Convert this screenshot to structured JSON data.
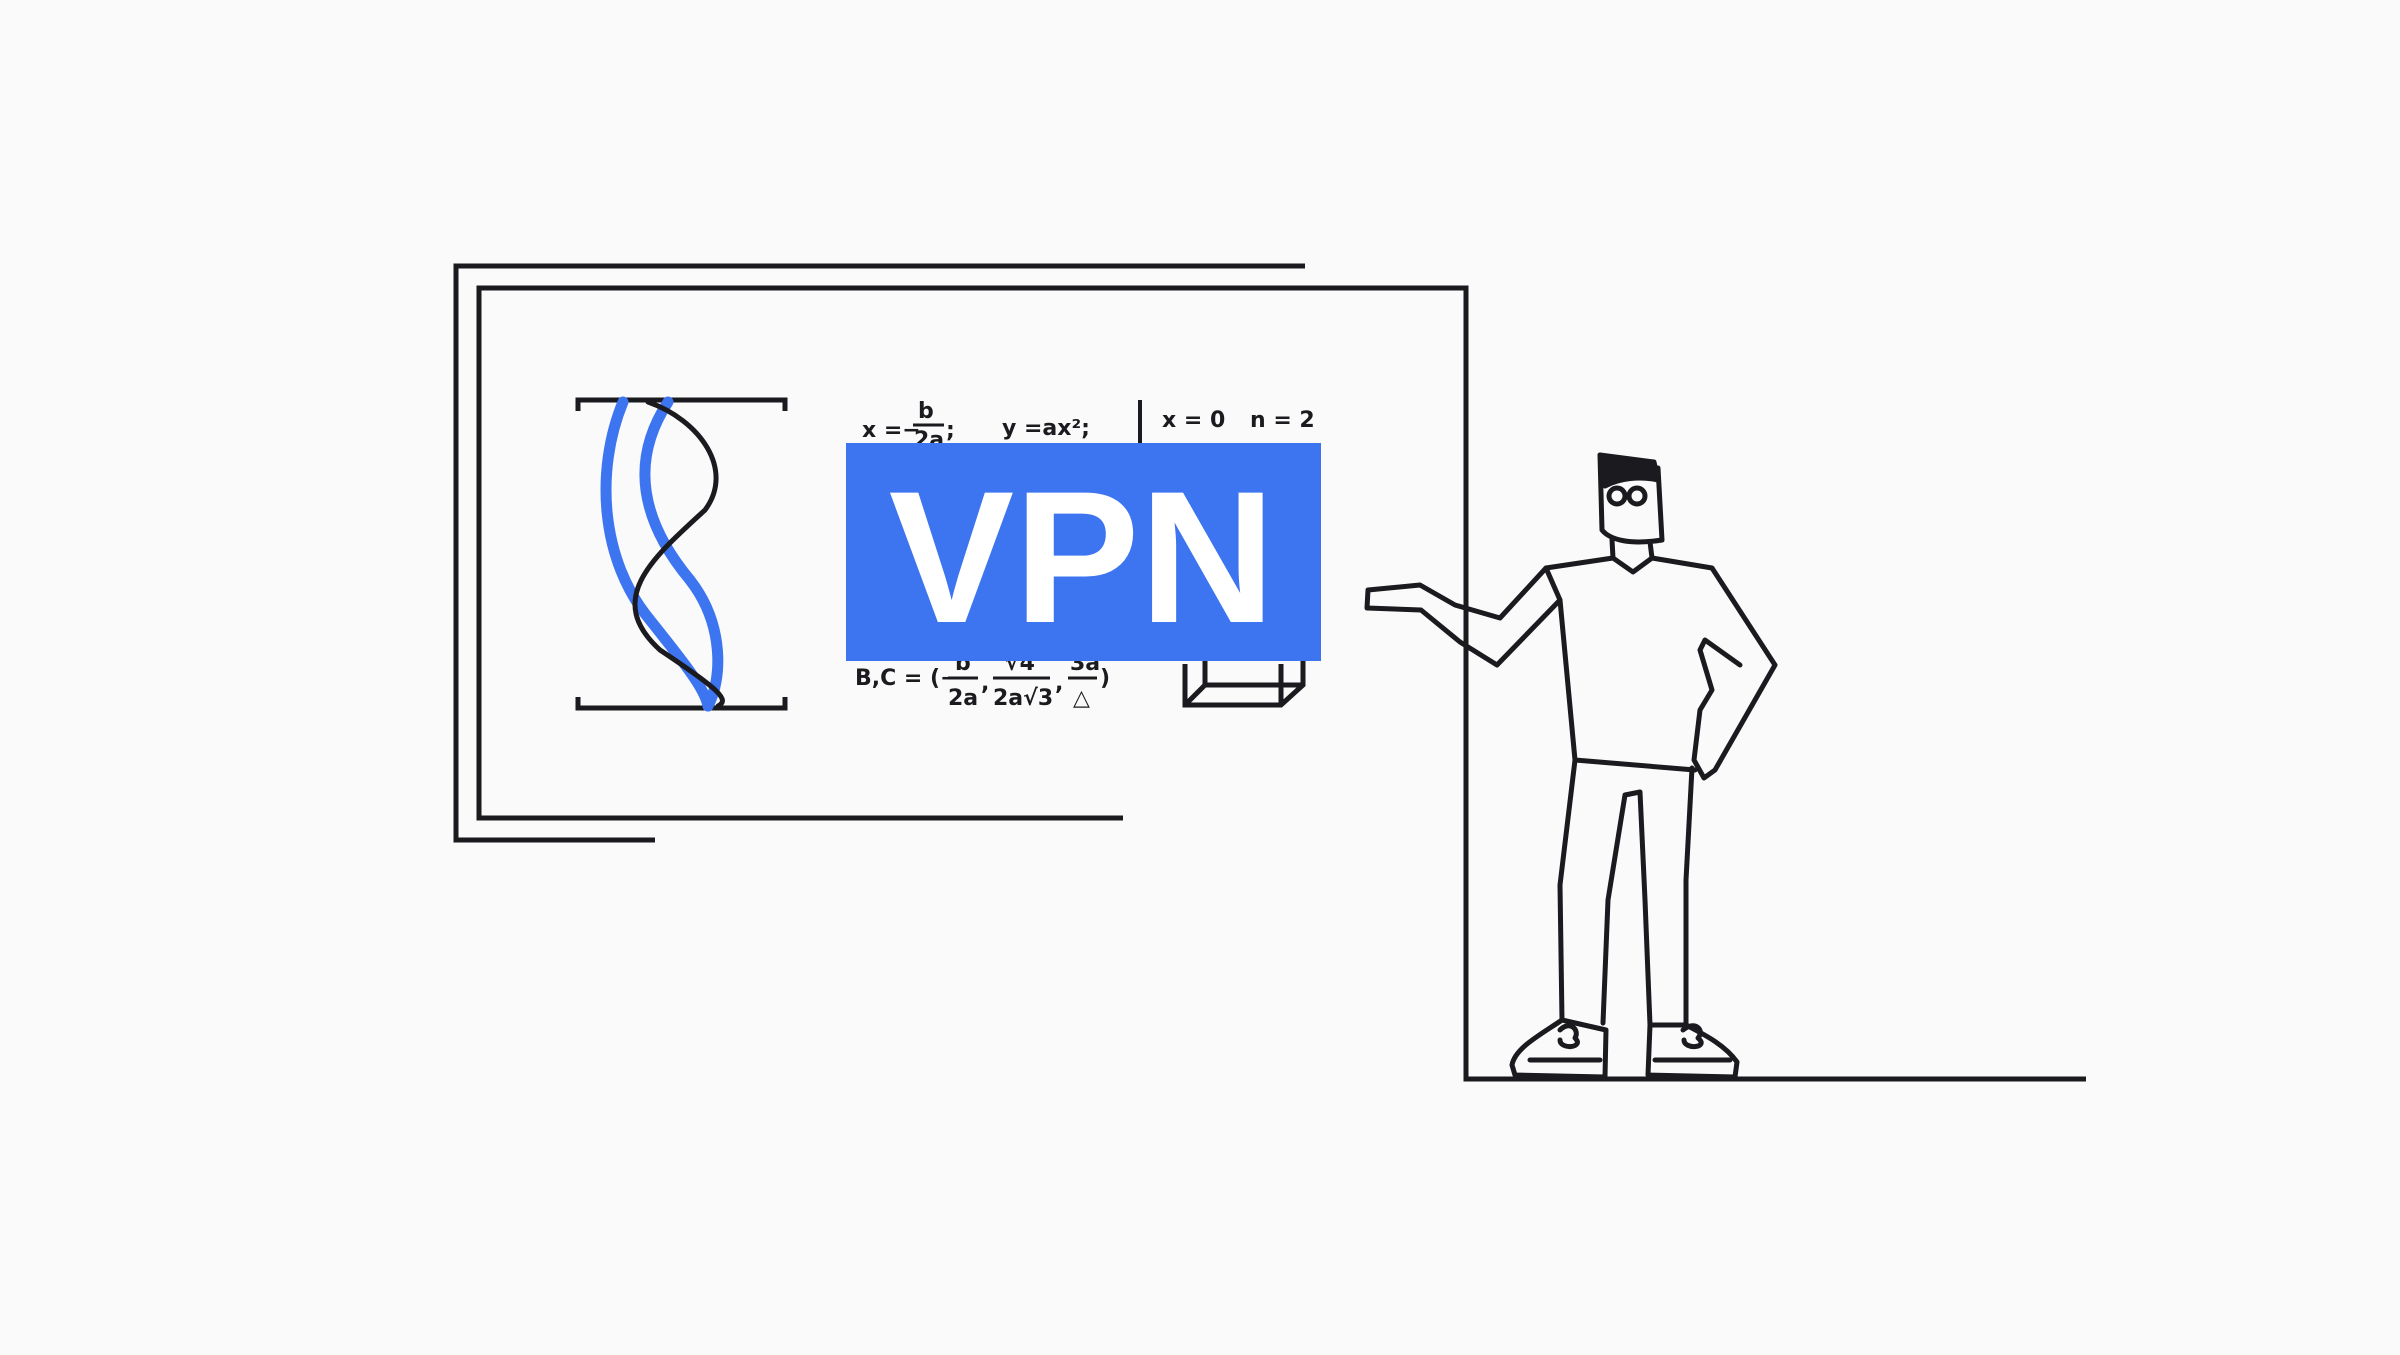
{
  "badge": {
    "text": "VPN"
  },
  "formulas": {
    "x_lhs": "x =−",
    "x_num": "b",
    "x_den": "2a",
    "x_end": ";",
    "y_eq": "y =ax²;",
    "x_zero": "x = 0",
    "n_two": "n = 2",
    "bc_lhs": "B,C = (−",
    "bc_num1": "b",
    "bc_den1": "2a",
    "bc_num2": "√4",
    "bc_den2": "2a√3",
    "bc_num3": "3a",
    "bc_den3": "△",
    "bc_end": ")",
    "comma": ","
  },
  "colors": {
    "accent": "#3d75f1",
    "ink": "#1b1b1f",
    "background": "#fafafa"
  }
}
